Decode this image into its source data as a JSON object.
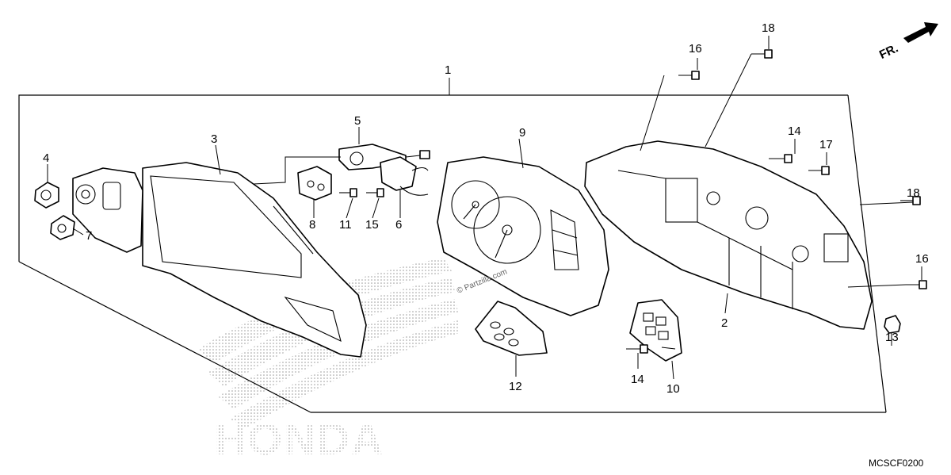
{
  "diagram": {
    "callouts": {
      "c1": "1",
      "c2": "2",
      "c3": "3",
      "c4": "4",
      "c5": "5",
      "c6": "6",
      "c7": "7",
      "c8": "8",
      "c9": "9",
      "c10": "10",
      "c11": "11",
      "c12": "12",
      "c13": "13",
      "c14a": "14",
      "c14b": "14",
      "c15": "15",
      "c16a": "16",
      "c16b": "16",
      "c17": "17",
      "c18a": "18",
      "c18b": "18"
    },
    "front_marker": "FR.",
    "watermark": "© Partzilla.com",
    "brand_logo": "HONDA",
    "diagram_code": "MCSCF0200",
    "colors": {
      "ink": "#000000",
      "background": "#ffffff",
      "screen": "#9a9a9a"
    }
  }
}
